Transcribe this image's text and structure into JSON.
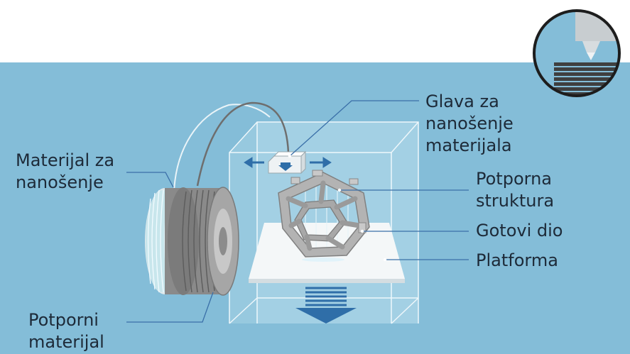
{
  "labels": {
    "print_head": [
      "Glava za",
      "nanošenje",
      "materijala"
    ],
    "support_structure": [
      "Potporna",
      "struktura"
    ],
    "finished_part": "Gotovi dio",
    "platform": "Platforma",
    "deposition_material": [
      "Materijal za",
      "nanošenje"
    ],
    "support_material": [
      "Potporni",
      "materijal"
    ]
  },
  "colors": {
    "background_band": "#84bdd8",
    "leader_line": "#3a6fa8",
    "arrow": "#2f6ea8",
    "text": "#1d2a38"
  }
}
